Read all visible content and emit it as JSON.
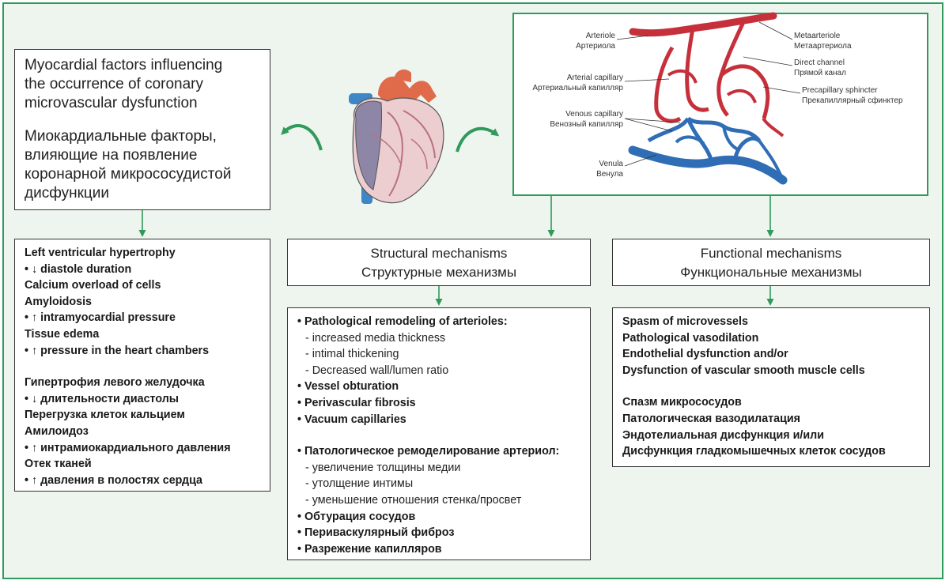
{
  "myocardial_title": {
    "en": [
      "Myocardial factors influencing",
      "the occurrence of coronary",
      "microvascular dysfunction"
    ],
    "ru": [
      "Миокардиальные факторы,",
      "влияющие на появление",
      "коронарной микрососудистой",
      "дисфункции"
    ]
  },
  "myocardial_factors": {
    "en": [
      {
        "text": "Left ventricular hypertrophy",
        "bold": true
      },
      {
        "text": "• ↓ diastole duration",
        "bold": true
      },
      {
        "text": "Calcium overload of cells",
        "bold": true
      },
      {
        "text": "Amyloidosis",
        "bold": true
      },
      {
        "text": "• ↑ intramyocardial pressure",
        "bold": true
      },
      {
        "text": "Tissue edema",
        "bold": true
      },
      {
        "text": "• ↑ pressure in the heart chambers",
        "bold": true
      }
    ],
    "ru": [
      {
        "text": "Гипертрофия левого желудочка",
        "bold": true
      },
      {
        "text": "• ↓ длительности диастолы",
        "bold": true
      },
      {
        "text": "Перегрузка клеток кальцием",
        "bold": true
      },
      {
        "text": "Амилоидоз",
        "bold": true
      },
      {
        "text": "• ↑ интрамиокардиального давления",
        "bold": true
      },
      {
        "text": "Отек тканей",
        "bold": true
      },
      {
        "text": "• ↑ давления в полостях сердца",
        "bold": true
      }
    ]
  },
  "structural": {
    "title_en": "Structural mechanisms",
    "title_ru": "Структурные механизмы",
    "items_en": [
      {
        "text": "• Pathological remodeling of arterioles:",
        "bold": true
      },
      {
        "text": "- increased media thickness",
        "sub": true
      },
      {
        "text": "- intimal thickening",
        "sub": true
      },
      {
        "text": "- Decreased wall/lumen ratio",
        "sub": true
      },
      {
        "text": "• Vessel obturation",
        "bold": true
      },
      {
        "text": "• Perivascular fibrosis",
        "bold": true
      },
      {
        "text": "• Vacuum capillaries",
        "bold": true
      }
    ],
    "items_ru": [
      {
        "text": "• Патологическое ремоделирование артериол:",
        "bold": true
      },
      {
        "text": "- увеличение толщины медии",
        "sub": true
      },
      {
        "text": "- утолщение интимы",
        "sub": true
      },
      {
        "text": "- уменьшение отношения стенка/просвет",
        "sub": true
      },
      {
        "text": "• Обтурация сосудов",
        "bold": true
      },
      {
        "text": "• Периваскулярный фиброз",
        "bold": true
      },
      {
        "text": "• Разрежение капилляров",
        "bold": true
      }
    ]
  },
  "functional": {
    "title_en": "Functional mechanisms",
    "title_ru": "Функциональные механизмы",
    "items_en": [
      "Spasm of microvessels",
      "Pathological vasodilation",
      "Endothelial dysfunction and/or",
      "Dysfunction of vascular smooth muscle cells"
    ],
    "items_ru": [
      "Спазм микрососудов",
      "Патологическая вазодилатация",
      "Эндотелиальная дисфункция и/или",
      "Дисфункция гладкомышечных клеток сосудов"
    ]
  },
  "vessel_labels": {
    "arteriole": [
      "Arteriole",
      "Артериола"
    ],
    "metaarteriole": [
      "Metaarteriole",
      "Метаартериола"
    ],
    "direct_channel": [
      "Direct channel",
      "Прямой канал"
    ],
    "arterial_capillary": [
      "Arterial capillary",
      "Артериальный капилляр"
    ],
    "precapillary_sphincter": [
      "Precapillary sphincter",
      "Прекапиллярный сфинктер"
    ],
    "venous_capillary": [
      "Venous capillary",
      "Венозный капилляр"
    ],
    "venula": [
      "Venula",
      "Венула"
    ]
  },
  "colors": {
    "accent_green": "#2f9a5a",
    "artery_red": "#c5303b",
    "vein_blue": "#2f6db5",
    "background": "#eef5ef"
  }
}
